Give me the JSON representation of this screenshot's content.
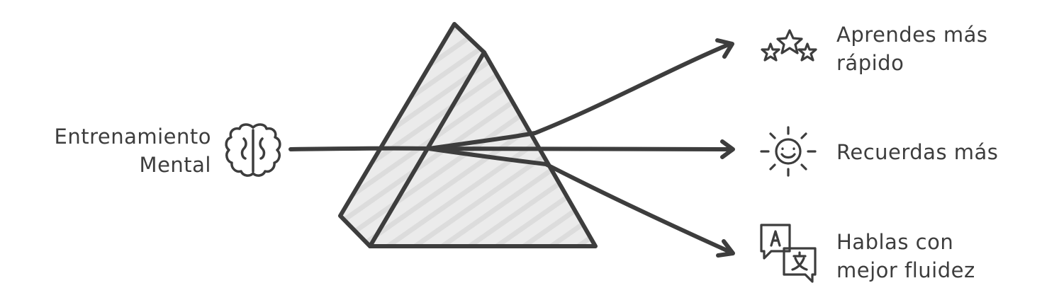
{
  "diagram": {
    "source": {
      "label_lines": [
        "Entrenamiento",
        "Mental"
      ],
      "icon": "brain-icon"
    },
    "outcomes": [
      {
        "label_lines": [
          "Aprendes más",
          "rápido"
        ],
        "icon": "stars-icon"
      },
      {
        "label_lines": [
          "Recuerdas más"
        ],
        "icon": "smiling-sun-icon"
      },
      {
        "label_lines": [
          "Hablas con",
          "mejor fluidez"
        ],
        "icon": "translate-icon"
      }
    ],
    "center": {
      "shape": "prism"
    },
    "colors": {
      "stroke": "#3d3d3d",
      "prism_fill": "#e8e8e8",
      "text": "#3d3d3d"
    }
  }
}
